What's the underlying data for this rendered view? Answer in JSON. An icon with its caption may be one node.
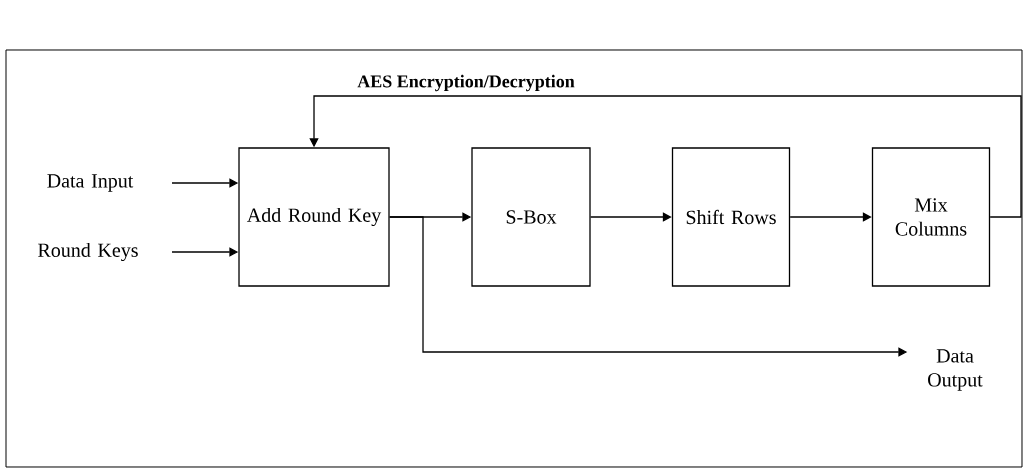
{
  "diagram": {
    "title": "AES Encryption/Decryption",
    "nodes": [
      {
        "text": [
          "Data Input"
        ]
      },
      {
        "text": [
          "Round Keys"
        ]
      },
      {
        "text": [
          "Add Round Key"
        ]
      },
      {
        "text": [
          "S-Box"
        ]
      },
      {
        "text": [
          "Shift Rows"
        ]
      },
      {
        "text": [
          "Mix Columns"
        ]
      },
      {
        "text": [
          "Data Output"
        ]
      }
    ],
    "edges": [
      {
        "from": 0,
        "to": 2,
        "arrow": "to"
      },
      {
        "from": 1,
        "to": 2,
        "arrow": "to"
      },
      {
        "from": 2,
        "to": 3,
        "arrow": "to"
      },
      {
        "from": 3,
        "to": 4,
        "arrow": "to"
      },
      {
        "from": 4,
        "to": 5,
        "arrow": "to"
      },
      {
        "from": 5,
        "to": 2,
        "arrow": "to"
      },
      {
        "from": 2,
        "to": 6,
        "arrow": "to"
      }
    ]
  }
}
